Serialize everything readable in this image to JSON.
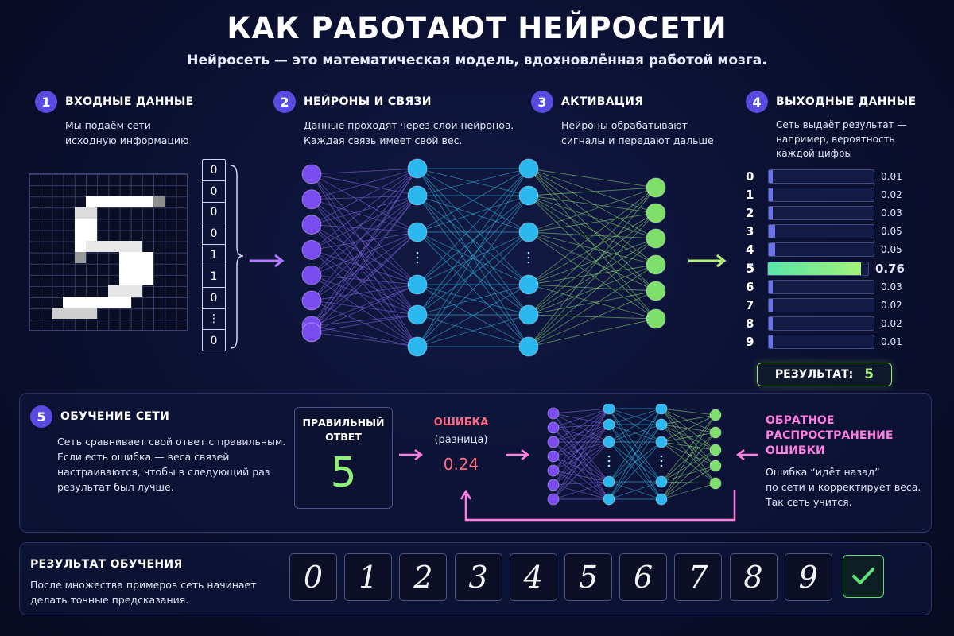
{
  "header": {
    "title": "КАК РАБОТАЮТ НЕЙРОСЕТИ",
    "subtitle": "Нейросеть — это математическая модель, вдохновлённая работой мозга."
  },
  "steps": [
    {
      "num": "1",
      "title": "ВХОДНЫЕ ДАННЫЕ",
      "text": [
        "Мы подаём сети",
        "исходную информацию"
      ]
    },
    {
      "num": "2",
      "title": "НЕЙРОНЫ И СВЯЗИ",
      "text": [
        "Данные проходят через слои нейронов.",
        "Каждая связь имеет свой вес."
      ]
    },
    {
      "num": "3",
      "title": "АКТИВАЦИЯ",
      "text": [
        "Нейроны обрабатывают",
        "сигналы и передают дальше"
      ]
    },
    {
      "num": "4",
      "title": "ВЫХОДНЫЕ ДАННЫЕ",
      "text": [
        "Сеть выдаёт результат —",
        "например, вероятность",
        "каждой цифры"
      ]
    }
  ],
  "input_vector": [
    "0",
    "0",
    "0",
    "0",
    "1",
    "1",
    "0",
    "⋮",
    "0"
  ],
  "output_probs": [
    {
      "digit": "0",
      "value": "0.01",
      "p": 0.01
    },
    {
      "digit": "1",
      "value": "0.02",
      "p": 0.02
    },
    {
      "digit": "2",
      "value": "0.03",
      "p": 0.03
    },
    {
      "digit": "3",
      "value": "0.05",
      "p": 0.05
    },
    {
      "digit": "4",
      "value": "0.05",
      "p": 0.05
    },
    {
      "digit": "5",
      "value": "0.76",
      "p": 0.76
    },
    {
      "digit": "6",
      "value": "0.03",
      "p": 0.03
    },
    {
      "digit": "7",
      "value": "0.02",
      "p": 0.02
    },
    {
      "digit": "8",
      "value": "0.02",
      "p": 0.02
    },
    {
      "digit": "9",
      "value": "0.01",
      "p": 0.01
    }
  ],
  "result": {
    "label": "РЕЗУЛЬТАТ:",
    "value": "5"
  },
  "training": {
    "num": "5",
    "title": "ОБУЧЕНИЕ СЕТИ",
    "text": [
      "Сеть сравнивает свой ответ с правильным.",
      "Если есть ошибка — веса связей",
      "настраиваются, чтобы в следующий раз",
      "результат был лучше."
    ],
    "correct_label": [
      "ПРАВИЛЬНЫЙ",
      "ОТВЕТ"
    ],
    "correct_value": "5",
    "error_label": "ОШИБКА",
    "error_sub": "(разница)",
    "error_value": "0.24",
    "bp_title": [
      "ОБРАТНОЕ",
      "РАСПРОСТРАНЕНИЕ",
      "ОШИБКИ"
    ],
    "bp_text": [
      "Ошибка “идёт назад”",
      "по сети и корректирует веса.",
      "Так сеть учится."
    ]
  },
  "outcome": {
    "title": "РЕЗУЛЬТАТ ОБУЧЕНИЯ",
    "text": [
      "После множества примеров сеть начинает",
      "делать точные предсказания."
    ],
    "digits": [
      "0",
      "1",
      "2",
      "3",
      "4",
      "5",
      "6",
      "7",
      "8",
      "9"
    ],
    "check_icon": "check-icon"
  },
  "colors": {
    "accent": "#5a4ae0",
    "input_nodes": "#7a4cf0",
    "hidden_nodes": "#2ab8ee",
    "output_nodes": "#7ee06a",
    "error": "#ff6b80",
    "backprop": "#ff7ee0",
    "success": "#8ff07a"
  }
}
